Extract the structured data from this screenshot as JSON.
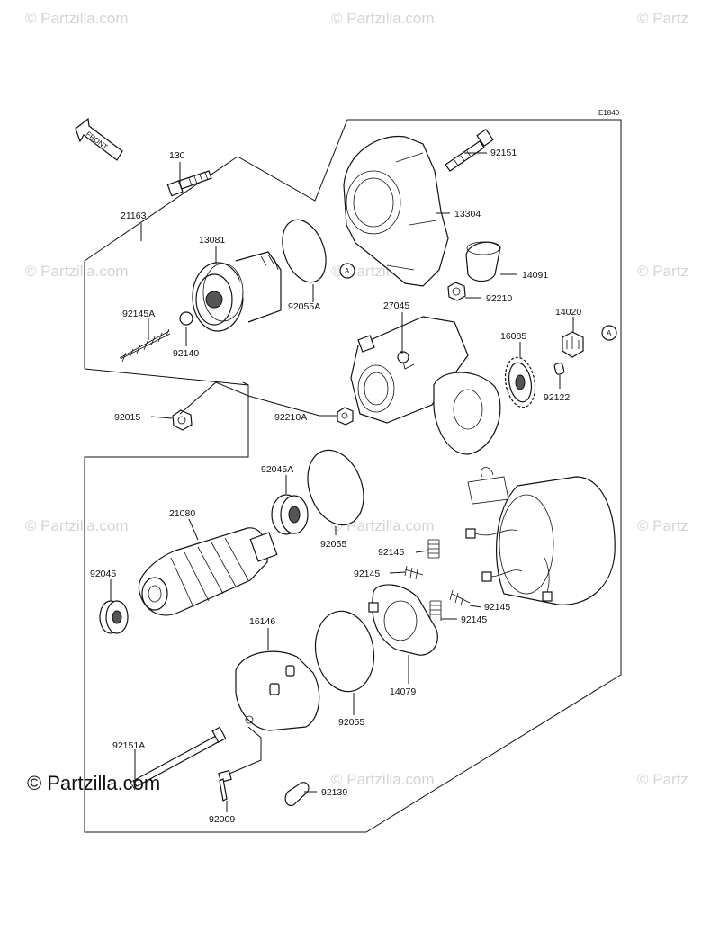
{
  "watermark": "© Partzilla.com",
  "watermark_short": "© Partz",
  "copyright": "© Partzilla.com",
  "diagram_code": "E1840",
  "front_arrow": "FRONT",
  "ref_marker": "A",
  "parts": {
    "p130": "130",
    "p21163": "21163",
    "p13081": "13081",
    "p92145A": "92145A",
    "p92140": "92140",
    "p92055A": "92055A",
    "p92151": "92151",
    "p13304": "13304",
    "p14091": "14091",
    "p92210": "92210",
    "p27045": "27045",
    "p14020": "14020",
    "p16085": "16085",
    "p92122": "92122",
    "p92015": "92015",
    "p92210A": "92210A",
    "p92045A": "92045A",
    "p21080": "21080",
    "p92045": "92045",
    "p92055_top": "92055",
    "p92145_1": "92145",
    "p92145_2": "92145",
    "p92145_3": "92145",
    "p92145_4": "92145",
    "p16146": "16146",
    "p14079": "14079",
    "p92055_bottom": "92055",
    "p92151A": "92151A",
    "p92009": "92009",
    "p92139": "92139"
  }
}
